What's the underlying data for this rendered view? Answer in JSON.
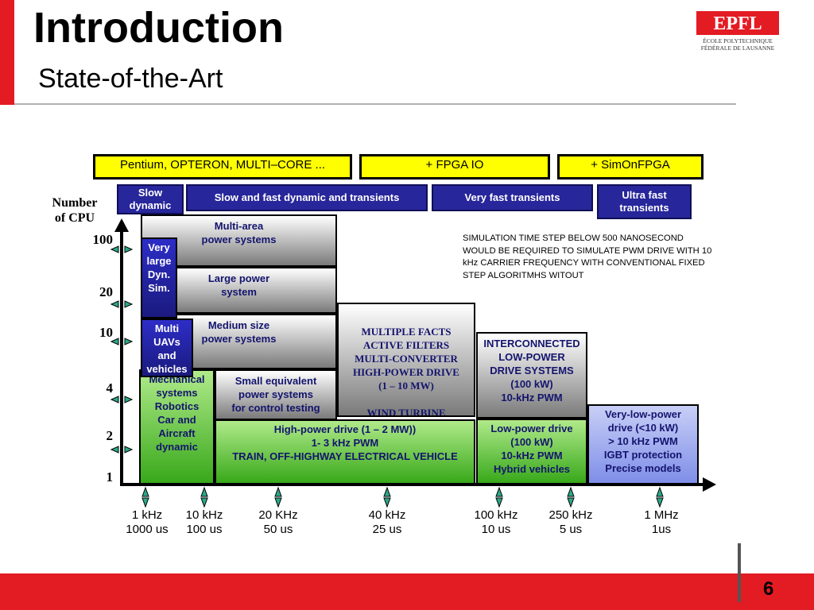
{
  "header": {
    "title": "Introduction",
    "subtitle": "State-of-the-Art",
    "logo": {
      "mark": "EPFL",
      "line1": "ÉCOLE POLYTECHNIQUE",
      "line2": "FÉDÉRALE DE LAUSANNE"
    }
  },
  "colors": {
    "brand_red": "#e31b23",
    "yellow": "#ffff00",
    "dark_blue": "#27269b",
    "green": "#5fc436",
    "lavender": "#a9b4f0"
  },
  "diagram": {
    "top_bars": [
      "Pentium, OPTERON, MULTI–CORE ...",
      "+ FPGA IO",
      "+ SimOnFPGA"
    ],
    "bands": [
      "Slow\ndynamic",
      "Slow and fast dynamic and transients",
      "Very fast transients",
      "Ultra  fast\ntransients"
    ],
    "y_axis_title": "Number\nof CPU",
    "y_ticks": [
      "100",
      "20",
      "10",
      "4",
      "2",
      "1"
    ],
    "x_ticks": [
      {
        "freq": "1 kHz",
        "period": "1000 us"
      },
      {
        "freq": "10 kHz",
        "period": "100 us"
      },
      {
        "freq": "20 KHz",
        "period": "50 us"
      },
      {
        "freq": "40 kHz",
        "period": "25 us"
      },
      {
        "freq": "100 kHz",
        "period": "10 us"
      },
      {
        "freq": "250 kHz",
        "period": "5 us"
      },
      {
        "freq": "1 MHz",
        "period": "1us"
      }
    ],
    "note": "SIMULATION TIME STEP BELOW 500 NANOSECOND WOULD BE REQUIRED TO SIMULATE PWM DRIVE WITH 10 kHz CARRIER FREQUENCY WITH CONVENTIONAL FIXED STEP ALGORITMHS WITOUT",
    "boxes": {
      "multi_area": "Multi-area\npower systems",
      "large_power": "Large power\nsystem",
      "medium_size": "Medium size\npower systems",
      "small_equivalent": "Small equivalent\npower  systems\nfor control testing",
      "facts": "MULTIPLE FACTS\nACTIVE FILTERS\nMULTI-CONVERTER\nHIGH-POWER DRIVE\n(1 – 10  MW)\n\nWIND TURBINE",
      "interconnected": "INTERCONNECTED\nLOW-POWER\nDRIVE  SYSTEMS\n(100 kW)\n10-kHz PWM",
      "very_large": "Very\nlarge\nDyn.\nSim.",
      "uavs": "Multi\nUAVs\nand\nvehicles",
      "mechanical": "Mechanical\nsystems\nRobotics\nCar and\nAircraft\ndynamic",
      "high_power": "High-power drive  (1 – 2 MW))\n1- 3 kHz PWM\nTRAIN, OFF-HIGHWAY ELECTRICAL VEHICLE",
      "low_power": "Low-power drive\n(100 kW)\n10-kHz PWM\nHybrid vehicles",
      "very_low_power": "Very-low-power\ndrive  (<10  kW)\n> 10 kHz PWM\nIGBT protection\nPrecise models"
    }
  },
  "page_number": "6"
}
